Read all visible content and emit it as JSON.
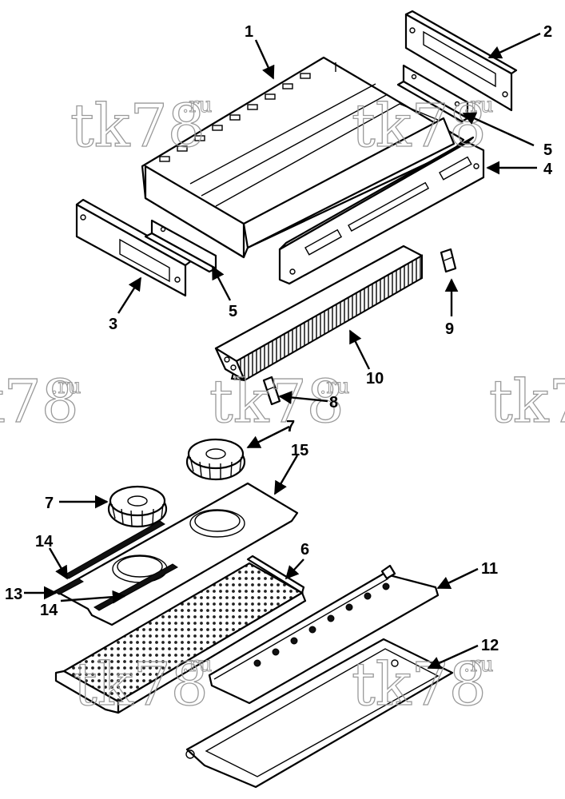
{
  "watermark": {
    "text": "tk78",
    "suffix": ".ru"
  },
  "colors": {
    "line": "#000000",
    "watermark": "#9a9a9a",
    "background": "#ffffff"
  },
  "callouts": {
    "c1": "1",
    "c2": "2",
    "c3": "3",
    "c4": "4",
    "c5a": "5",
    "c5b": "5",
    "c6": "6",
    "c7a": "7",
    "c7b": "7",
    "c8": "8",
    "c9": "9",
    "c10": "10",
    "c11": "11",
    "c12": "12",
    "c13": "13",
    "c14a": "14",
    "c14b": "14",
    "c15": "15"
  }
}
